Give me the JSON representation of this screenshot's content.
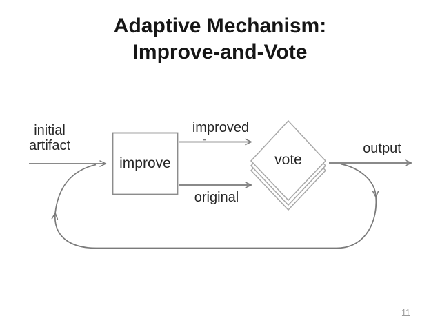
{
  "slide": {
    "title_line1": "Adaptive Mechanism:",
    "title_line2": "Improve-and-Vote",
    "page_number": "11"
  },
  "diagram": {
    "initial_artifact_label": "initial\nartifact",
    "improve_label": "improve",
    "vote_label": "vote",
    "improved_label": "improved",
    "original_label": "original",
    "output_label": "output",
    "icons": {
      "arrowheads": "right-arrow, up-arrow, down-arrow open-V markers on gray connector lines"
    },
    "colors": {
      "background": "#ffffff",
      "line_gray": "#7a7a7a",
      "box_border_gray": "#8c8c8c",
      "diamond_border_gray": "#a8a8a8",
      "label_text": "#262626",
      "title_text": "#161616",
      "page_number_gray": "#9b9b9b"
    }
  }
}
